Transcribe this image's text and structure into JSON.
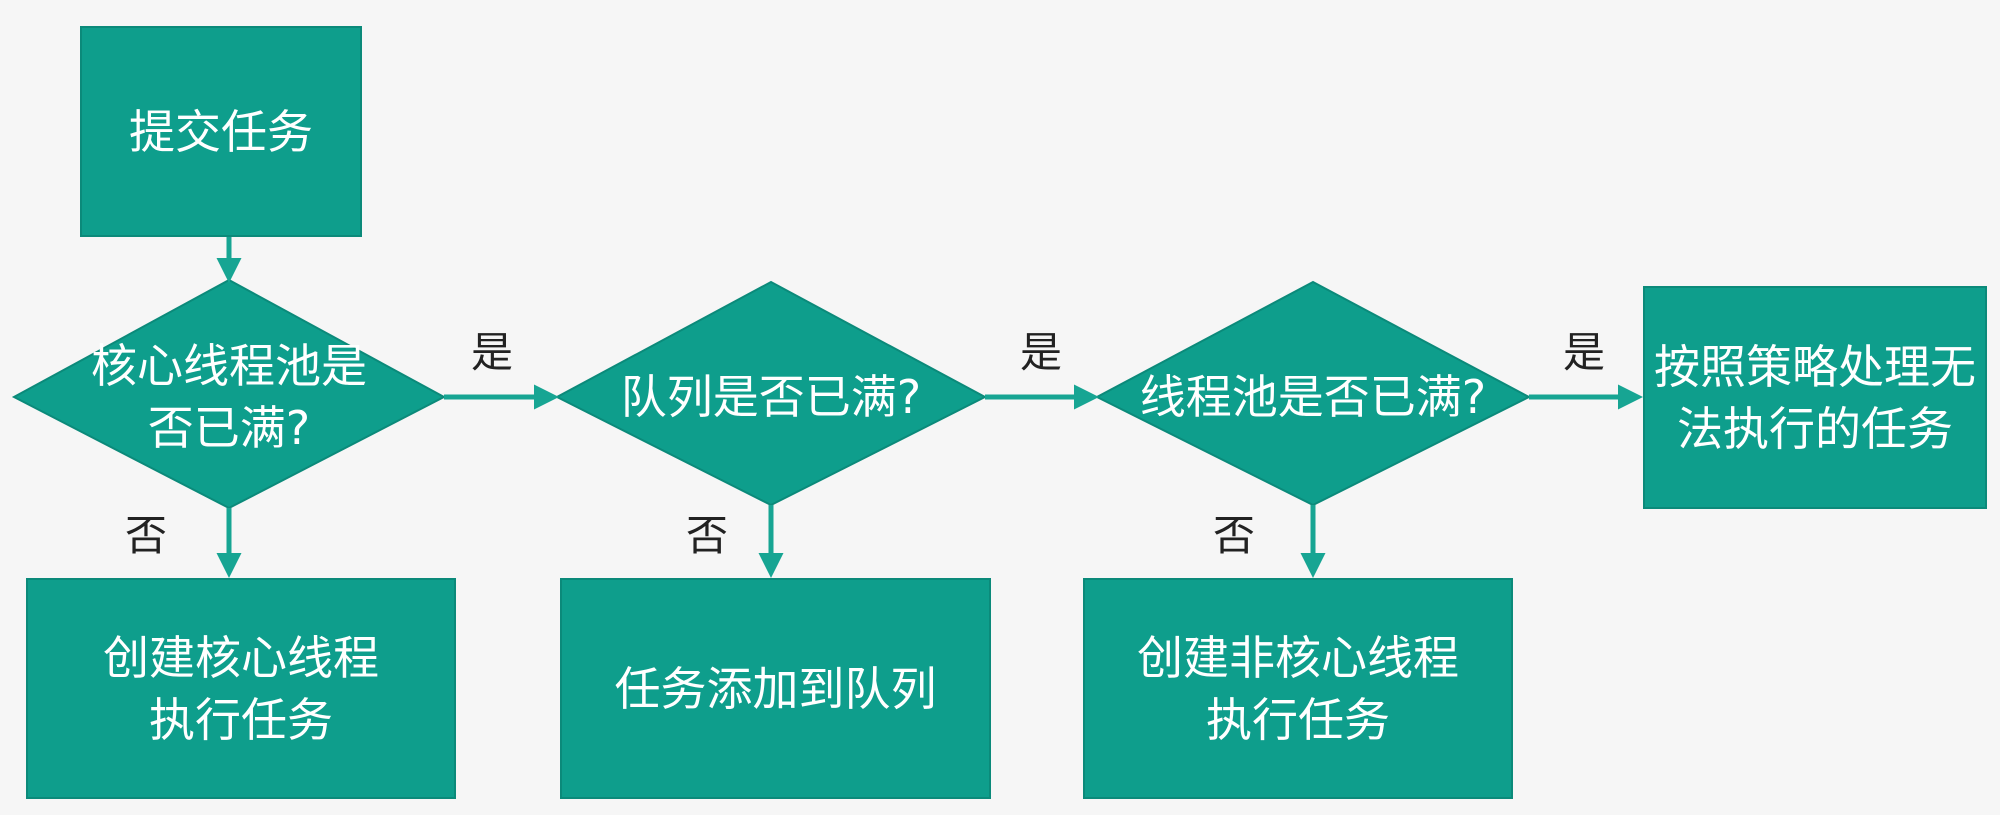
{
  "colors": {
    "node_fill": "#0e9e8c",
    "node_stroke": "#0b8a7a",
    "arrow": "#17a593",
    "label_text": "#222222",
    "background": "#f6f6f6"
  },
  "nodes": {
    "submit": {
      "shape": "rectangle",
      "text": "提交任务"
    },
    "core_full": {
      "shape": "diamond",
      "text": "核心线程池是\n否已满?"
    },
    "queue_full": {
      "shape": "diamond",
      "text": "队列是否已满?"
    },
    "pool_full": {
      "shape": "diamond",
      "text": "线程池是否已满?"
    },
    "reject": {
      "shape": "rectangle",
      "text": "按照策略处理无\n法执行的任务"
    },
    "create_core": {
      "shape": "rectangle",
      "text": "创建核心线程\n执行任务"
    },
    "add_queue": {
      "shape": "rectangle",
      "text": "任务添加到队列"
    },
    "create_noncore": {
      "shape": "rectangle",
      "text": "创建非核心线程\n执行任务"
    }
  },
  "edges": {
    "submit_to_core": {
      "from": "提交任务",
      "to": "核心线程池是否已满?",
      "label": ""
    },
    "core_yes": {
      "from": "核心线程池是否已满?",
      "to": "队列是否已满?",
      "label": "是"
    },
    "queue_yes": {
      "from": "队列是否已满?",
      "to": "线程池是否已满?",
      "label": "是"
    },
    "pool_yes": {
      "from": "线程池是否已满?",
      "to": "按照策略处理无法执行的任务",
      "label": "是"
    },
    "core_no": {
      "from": "核心线程池是否已满?",
      "to": "创建核心线程执行任务",
      "label": "否"
    },
    "queue_no": {
      "from": "队列是否已满?",
      "to": "任务添加到队列",
      "label": "否"
    },
    "pool_no": {
      "from": "线程池是否已满?",
      "to": "创建非核心线程执行任务",
      "label": "否"
    }
  }
}
